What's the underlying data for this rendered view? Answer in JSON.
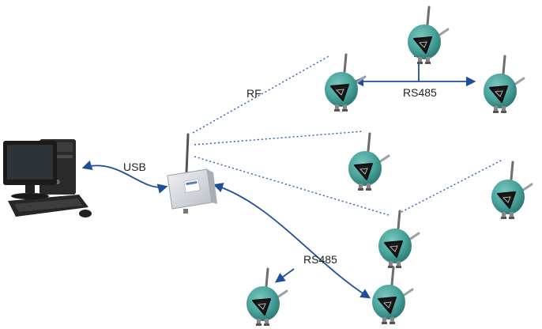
{
  "labels": {
    "usb": "USB",
    "rf": "RF",
    "rs485_top": "RS485",
    "rs485_bottom": "RS485"
  },
  "colors": {
    "rf_link": "#2a5caa",
    "wire": "#1f4f9c",
    "sensor_teal": "#4aa59d",
    "sensor_dark": "#2f7c76",
    "receiver_box": "#d9dde1"
  },
  "icons": {
    "computer": "desktop-computer-icon",
    "receiver": "wireless-receiver-icon",
    "sensor": "wireless-sensor-icon"
  }
}
